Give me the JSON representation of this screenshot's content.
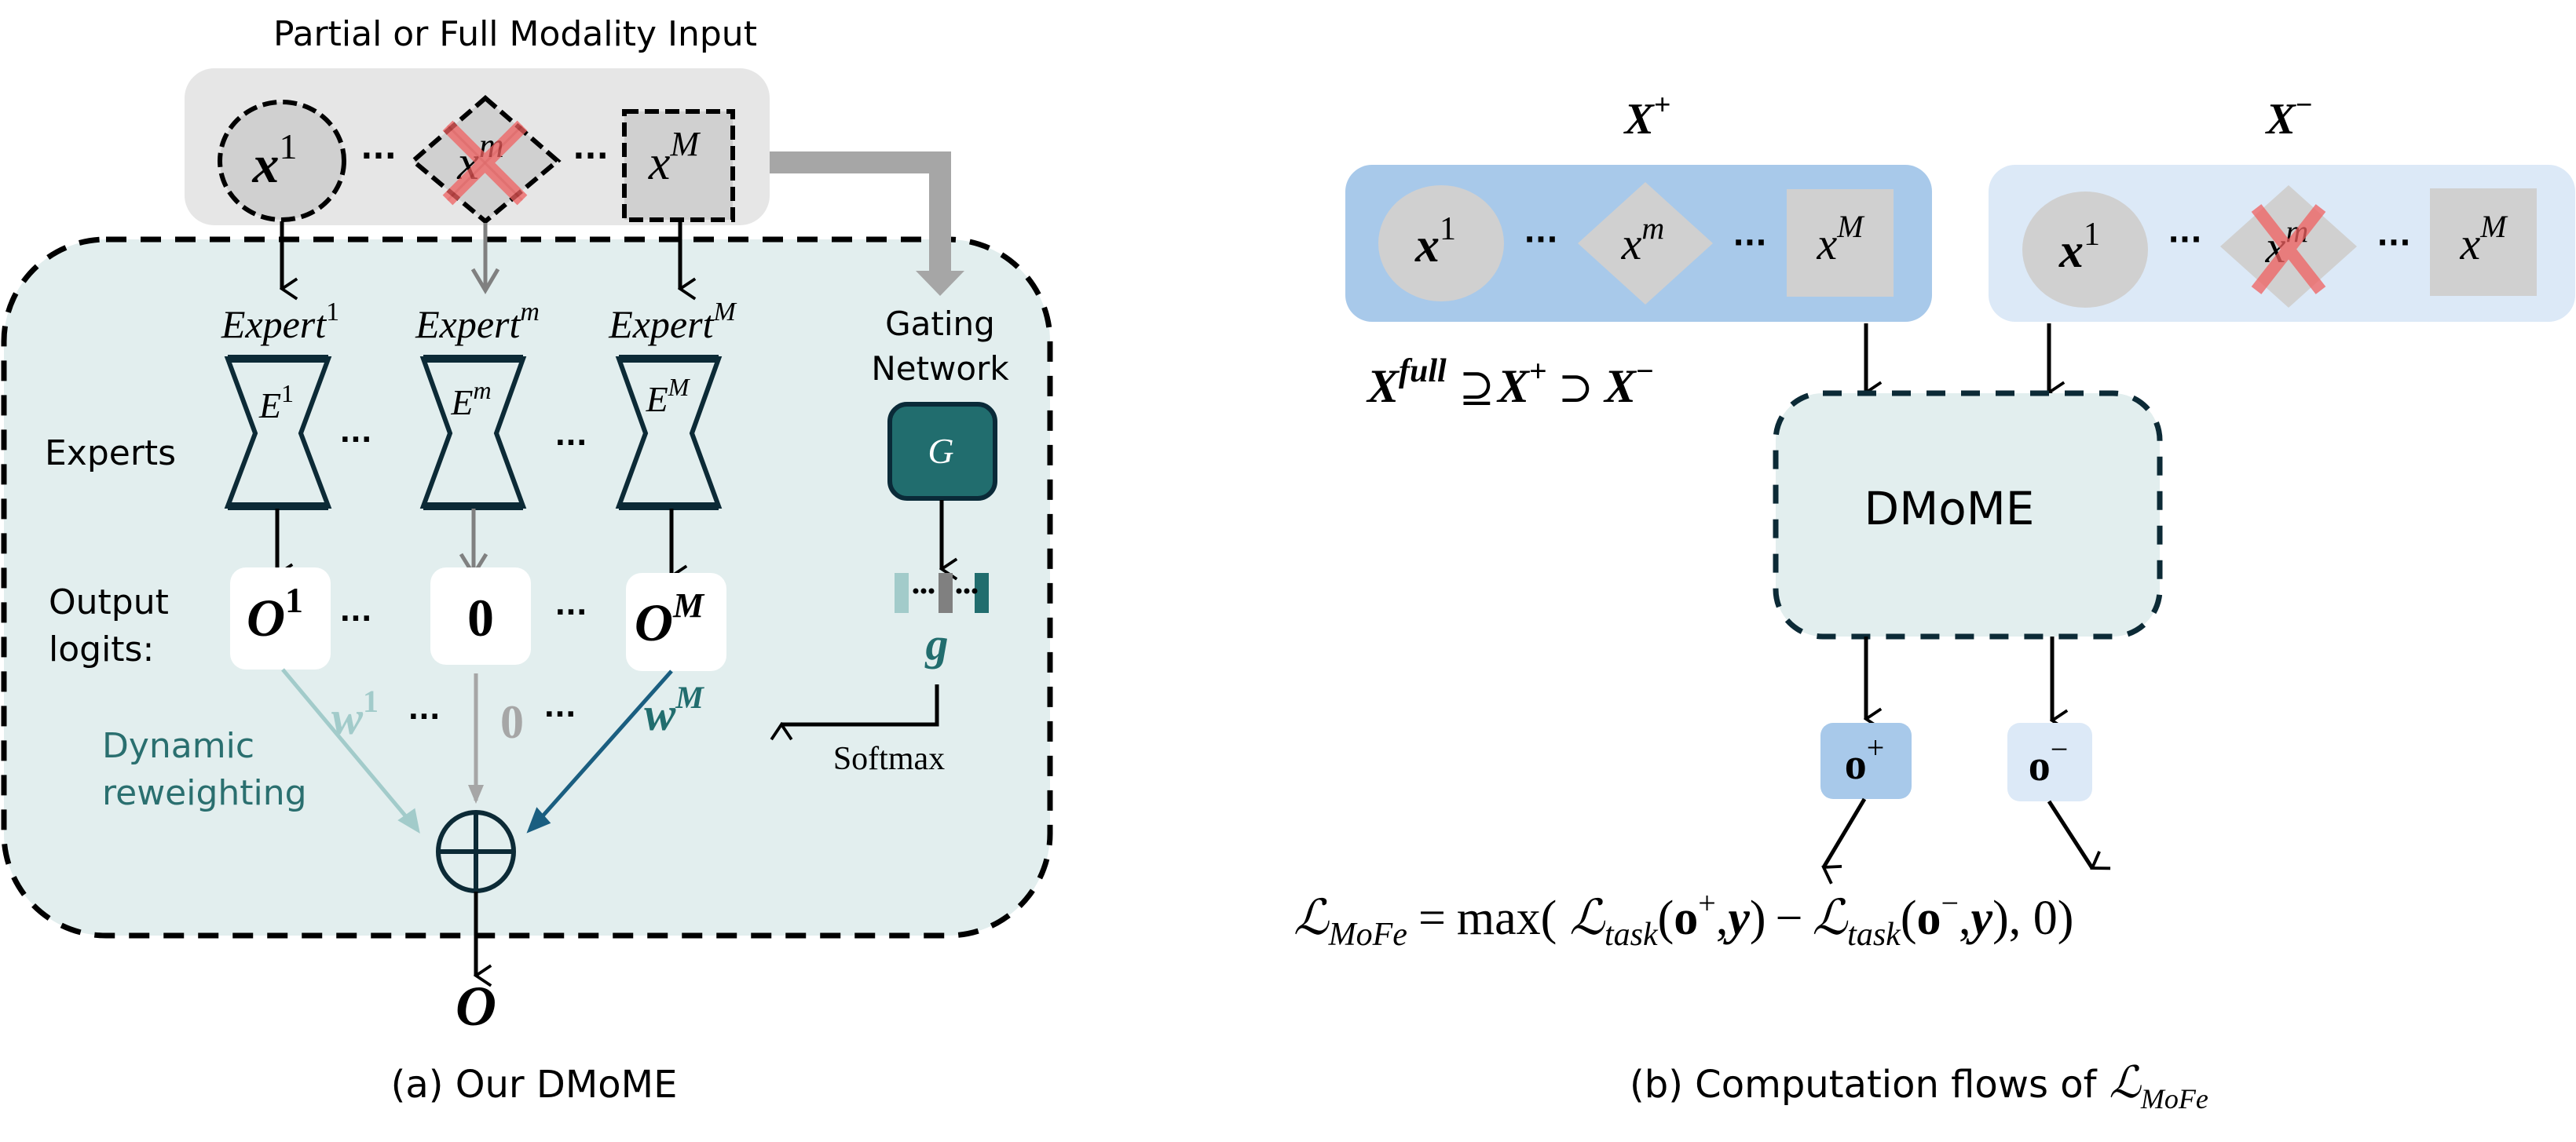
{
  "colors": {
    "input_box": "#e6e6e6",
    "modality_shape": "#d0d0d0",
    "container": "#e2eeee",
    "container_border": "#000000",
    "expert_border": "#0c2a36",
    "gate_fill": "#216d6e",
    "gate_border": "#0a2a38",
    "teal_text": "#2a6f6f",
    "light_weight": "#a2cbca",
    "mid_weight": "#808080",
    "dark_weight": "#216d6e",
    "wM_arrow": "#1a5e80",
    "cross_red": "#f06060",
    "xplus_box": "#a8c9ea",
    "xminus_box": "#dce9f7",
    "dmome_border": "#0c2a36"
  },
  "panel_a": {
    "title": "Partial or Full Modality Input",
    "inputs": [
      {
        "base": "x",
        "sup": "1",
        "shape": "ellipse",
        "missing": false
      },
      {
        "base": "x",
        "sup": "m",
        "shape": "diamond",
        "missing": true
      },
      {
        "base": "x",
        "sup": "M",
        "shape": "square",
        "missing": false
      }
    ],
    "ellipsis": "···",
    "experts_row_label": "Experts",
    "experts": [
      {
        "name": "Expert",
        "sup": "1",
        "block": "E",
        "block_sup": "1"
      },
      {
        "name": "Expert",
        "sup": "m",
        "block": "E",
        "block_sup": "m"
      },
      {
        "name": "Expert",
        "sup": "M",
        "block": "E",
        "block_sup": "M"
      }
    ],
    "gating_label_line1": "Gating",
    "gating_label_line2": "Network",
    "gating_symbol": "G",
    "gate_vector_symbol": "g",
    "softmax_label": "Softmax",
    "logits_label_line1": "Output",
    "logits_label_line2": "logits:",
    "logits": [
      {
        "base": "O",
        "sup": "1"
      },
      {
        "base": "0",
        "sup": ""
      },
      {
        "base": "O",
        "sup": "M"
      }
    ],
    "weights": [
      {
        "base": "w",
        "sup": "1"
      },
      {
        "base": "0",
        "sup": ""
      },
      {
        "base": "w",
        "sup": "M"
      }
    ],
    "reweight_line1": "Dynamic",
    "reweight_line2": "reweighting",
    "sum_symbol": "⊕",
    "output_symbol": "O",
    "caption": "(a) Our DMoME"
  },
  "panel_b": {
    "xplus_label": {
      "base": "X",
      "sup": "+"
    },
    "xminus_label": {
      "base": "X",
      "sup": "−"
    },
    "xplus_inputs": [
      {
        "base": "x",
        "sup": "1",
        "missing": false
      },
      {
        "base": "x",
        "sup": "m",
        "missing": false
      },
      {
        "base": "x",
        "sup": "M",
        "missing": false
      }
    ],
    "xminus_inputs": [
      {
        "base": "x",
        "sup": "1",
        "missing": false
      },
      {
        "base": "x",
        "sup": "m",
        "missing": true
      },
      {
        "base": "x",
        "sup": "M",
        "missing": false
      }
    ],
    "ellipsis": "···",
    "relation": {
      "full": "X",
      "full_sup": "full",
      "supseteq": "⊇",
      "plus": "X",
      "plus_sup": "+",
      "supset": "⊃",
      "minus": "X",
      "minus_sup": "−"
    },
    "model_label": "DMoME",
    "out_plus": {
      "base": "o",
      "sup": "+"
    },
    "out_minus": {
      "base": "o",
      "sup": "−"
    },
    "formula": {
      "lhs": "ℒ",
      "lhs_sub": "MoFe",
      "eq": "=",
      "max_open": "max(",
      "t1": "ℒ",
      "t1_sub": "task",
      "t1_args_open": "(",
      "t1_o": "o",
      "t1_o_sup": "+",
      "t1_comma": ",",
      "t1_y": "y",
      "t1_close": ")",
      "minus": "−",
      "t2": "ℒ",
      "t2_sub": "task",
      "t2_args_open": "(",
      "t2_o": "o",
      "t2_o_sup": "−",
      "t2_comma": ",",
      "t2_y": "y",
      "t2_close": ")",
      "tail": ", 0)"
    },
    "caption_prefix": "(b) Computation flows of",
    "caption_symbol": "ℒ",
    "caption_sub": "MoFe"
  }
}
